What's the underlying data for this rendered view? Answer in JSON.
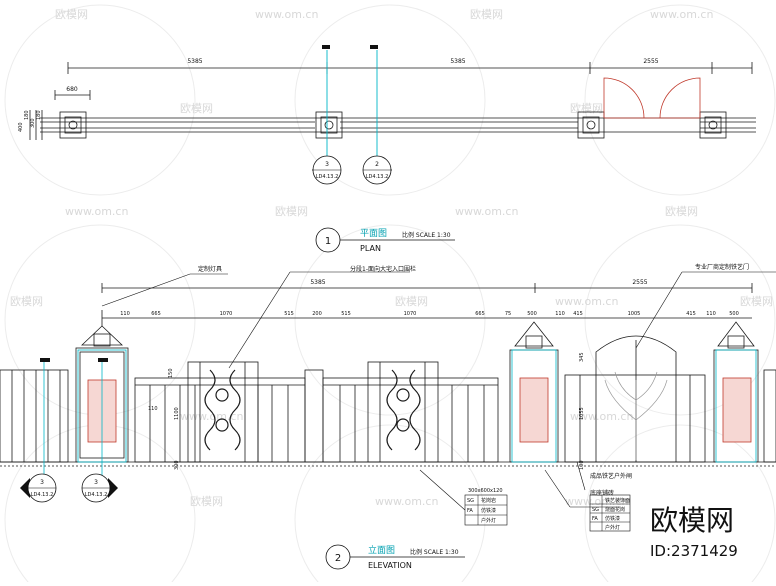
{
  "plan": {
    "dimensions_top": [
      "5385",
      "5385",
      "2555"
    ],
    "dimension_left_small": "680",
    "dims_vertical": [
      "400",
      "180",
      "300",
      "180"
    ],
    "section_markers": [
      {
        "number": "3",
        "ref": "LD4.13.2"
      },
      {
        "number": "2",
        "ref": "LD4.13.2"
      }
    ],
    "title_number": "1",
    "title_cn": "平面图",
    "scale_label": "比例 SCALE 1:30",
    "title_en": "PLAN"
  },
  "elevation": {
    "annotations": [
      "定制灯具",
      "分段1-面向大宅入口围栏",
      "专业厂商定制铁艺门",
      "成品铁艺户外闸",
      "底座铺砖"
    ],
    "dimensions_top": [
      "5385",
      "2555"
    ],
    "dimensions_sub": [
      "110",
      "665",
      "1070",
      "515",
      "200",
      "515",
      "1070",
      "665",
      "75",
      "500",
      "110",
      "415",
      "1005",
      "415",
      "110",
      "500"
    ],
    "dims_vertical": [
      "150",
      "1100",
      "300",
      "345",
      "1055",
      "100"
    ],
    "dim_bottom": "110",
    "section_markers": [
      {
        "number": "3",
        "ref": "LD4.13.2"
      },
      {
        "number": "3",
        "ref": "LD4.13.2"
      }
    ],
    "legend_top": "300x600x120",
    "legend_left": [
      {
        "code": "SG",
        "text": "花岗岩"
      },
      {
        "code": "FA",
        "text": "仿铁漆"
      },
      {
        "code": "",
        "text": "户外灯"
      }
    ],
    "legend_right": [
      {
        "code": "",
        "text": "铁艺装饰面"
      },
      {
        "code": "SG",
        "text": "烧面花岗"
      },
      {
        "code": "FA",
        "text": "仿铁漆"
      },
      {
        "code": "",
        "text": "户外灯"
      }
    ],
    "title_number": "2",
    "title_cn": "立面图",
    "scale_label": "比例 SCALE 1:30",
    "title_en": "ELEVATION"
  },
  "watermark": {
    "brand": "欧模网",
    "url": "www.om.cn",
    "id": "ID:2371429"
  },
  "colors": {
    "line": "#1a1a1a",
    "cyan": "#00b7c8",
    "red": "#c0392b",
    "panel_red": "#e8a6a0"
  }
}
